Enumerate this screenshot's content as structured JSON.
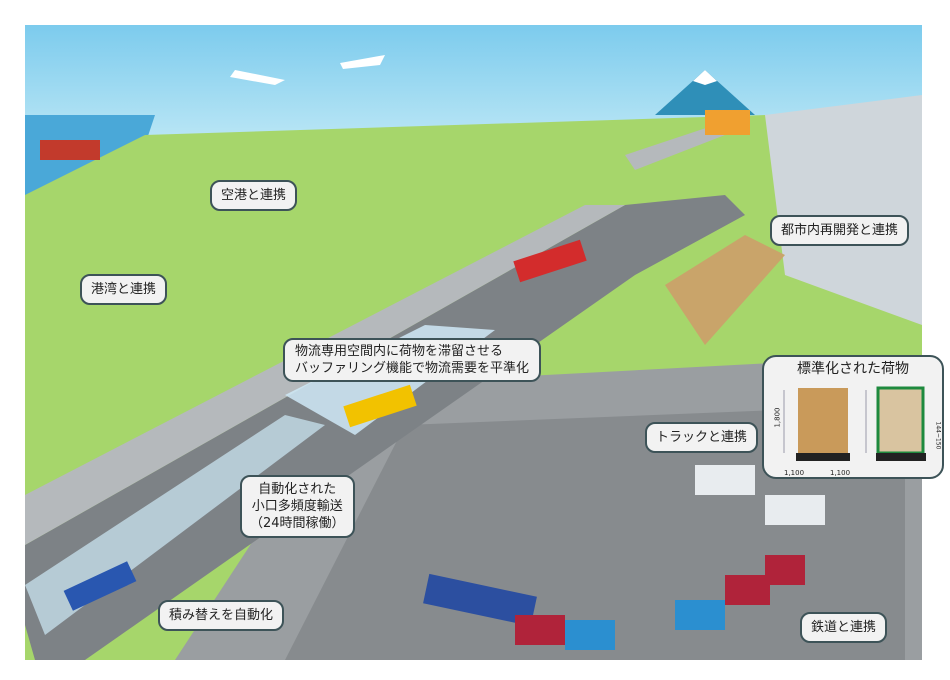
{
  "callouts": {
    "airport": "空港と連携",
    "port": "港湾と連携",
    "urban": "都市内再開発と連携",
    "buffer_line1": "物流専用空間内に荷物を滞留させる",
    "buffer_line2": "バッファリング機能で物流需要を平準化",
    "truck": "トラックと連携",
    "auto_line1": "自動化された",
    "auto_line2": "小口多頻度輸送",
    "auto_line3": "（24時間稼働）",
    "transfer": "積み替えを自動化",
    "rail": "鉄道と連携"
  },
  "standard_cargo": {
    "title": "標準化された荷物",
    "height_label": "1,800",
    "width_label": "1,100",
    "depth_label": "1,100",
    "pallet_label": "144~150"
  },
  "colors": {
    "sky": "#8fd3ee",
    "grass": "#a6d66b",
    "road": "#8a8f93",
    "terminal": "#9a9ea1",
    "border": "#3d5358"
  }
}
